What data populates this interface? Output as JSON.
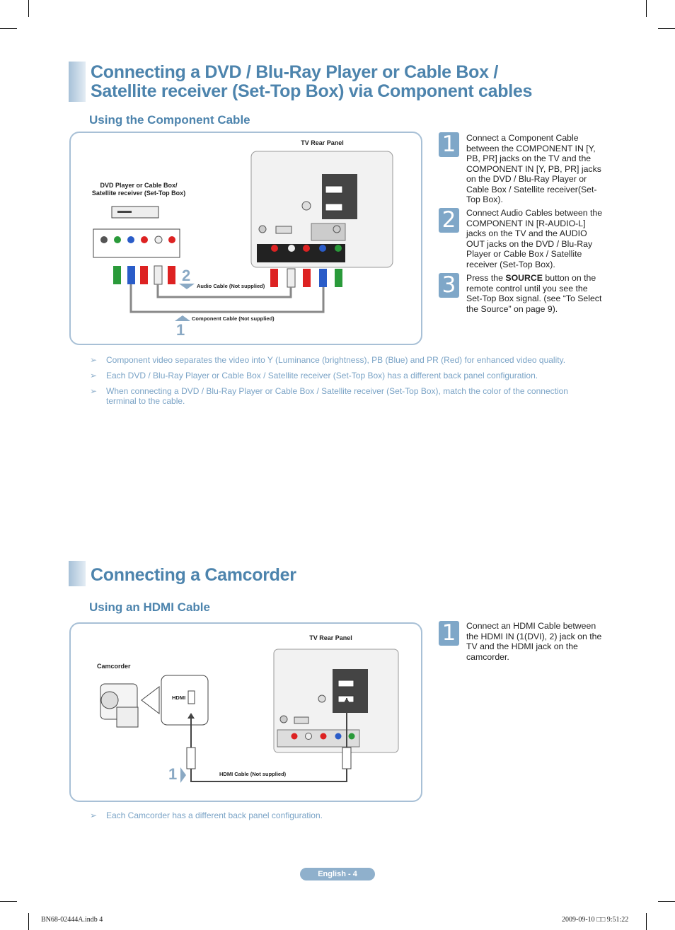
{
  "section1": {
    "title_line1": "Connecting a DVD / Blu-Ray Player or Cable Box /",
    "title_line2": "Satellite receiver (Set-Top Box) via Component cables",
    "subtitle": "Using the Component Cable",
    "diagram": {
      "tv_label": "TV Rear Panel",
      "device_label_line1": "DVD Player or Cable Box/",
      "device_label_line2": "Satellite receiver (Set-Top Box)",
      "audio_cable_label": "Audio Cable (Not supplied)",
      "component_cable_label": "Component Cable (Not supplied)",
      "num_audio": "2",
      "num_component": "1"
    },
    "steps": [
      {
        "num": "1",
        "text": "Connect a Component Cable between the COMPONENT IN [Y, PB, PR] jacks on the TV and the COMPONENT IN [Y, PB, PR] jacks on the DVD / Blu-Ray Player or Cable Box / Satellite receiver(Set-Top Box)."
      },
      {
        "num": "2",
        "text": "Connect Audio Cables between the COMPONENT IN [R-AUDIO-L] jacks on the TV and the AUDIO OUT jacks on the DVD / Blu-Ray Player or Cable Box / Satellite receiver (Set-Top Box)."
      },
      {
        "num": "3",
        "text_before": "Press the ",
        "text_bold": "SOURCE",
        "text_after": " button on the remote control until you see the Set-Top Box signal. (see “To Select the Source” on page 9)."
      }
    ],
    "notes": [
      "Component video separates the video into Y (Luminance (brightness), PB (Blue) and PR (Red) for enhanced video quality.",
      "Each DVD / Blu-Ray Player or Cable Box / Satellite receiver (Set-Top Box) has a different back panel configuration.",
      "When connecting a DVD / Blu-Ray Player or Cable Box / Satellite receiver (Set-Top Box), match the color of the connection terminal to the cable."
    ]
  },
  "section2": {
    "title": "Connecting a Camcorder",
    "subtitle": "Using an HDMI Cable",
    "diagram": {
      "tv_label": "TV Rear Panel",
      "device_label": "Camcorder",
      "hdmi_jack_label": "HDMI",
      "cable_label": "HDMI Cable (Not supplied)",
      "num_cable": "1"
    },
    "steps": [
      {
        "num": "1",
        "text": "Connect an HDMI Cable between the HDMI IN (1(DVI), 2) jack on the TV and the HDMI jack on the camcorder."
      }
    ],
    "notes": [
      "Each Camcorder has a different back panel configuration."
    ]
  },
  "footer": {
    "page_label": "English - 4",
    "file_info": "BN68-02444A.indb   4",
    "date_info": "2009-09-10   □□ 9:51:22"
  },
  "colors": {
    "heading": "#4d84ad",
    "note": "#7aa3c6",
    "step_box": "#7fa7c8",
    "frame": "#a8c0d6"
  }
}
